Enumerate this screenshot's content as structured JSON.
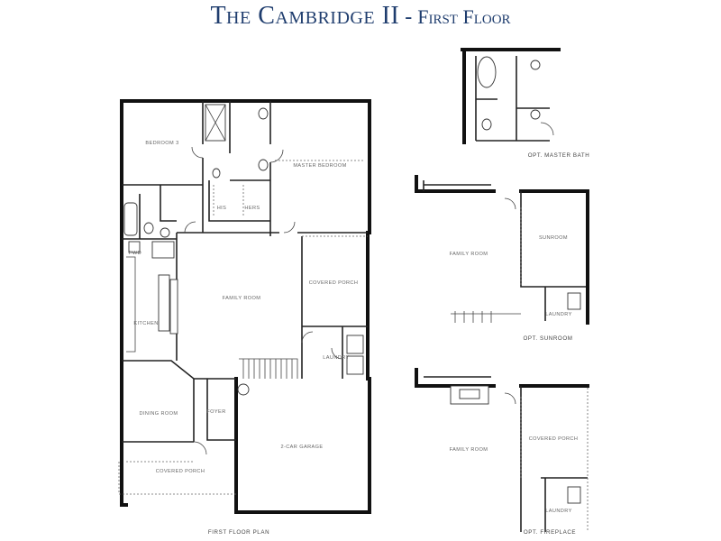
{
  "title": {
    "main": "The Cambridge II",
    "separator": "-",
    "sub": "First Floor"
  },
  "main_plan": {
    "caption": "FIRST FLOOR PLAN",
    "rooms": {
      "bedroom3": "BEDROOM 3",
      "master_bedroom": "MASTER BEDROOM",
      "his": "HIS",
      "hers": "HERS",
      "pwd": "PWD",
      "kitchen": "KITCHEN",
      "family_room": "FAMILY ROOM",
      "covered_porch": "COVERED PORCH",
      "laundry": "LAUNDRY",
      "dining_room": "DINING ROOM",
      "foyer": "FOYER",
      "garage": "2-CAR GARAGE",
      "front_porch": "COVERED PORCH"
    }
  },
  "opt_master_bath": {
    "caption": "OPT. MASTER BATH"
  },
  "opt_sunroom": {
    "caption": "OPT. SUNROOM",
    "rooms": {
      "family_room": "FAMILY ROOM",
      "sunroom": "SUNROOM",
      "laundry": "LAUNDRY"
    }
  },
  "opt_fireplace": {
    "caption": "OPT. FIREPLACE",
    "rooms": {
      "family_room": "FAMILY ROOM",
      "covered_porch": "COVERED PORCH",
      "laundry": "LAUNDRY"
    }
  }
}
